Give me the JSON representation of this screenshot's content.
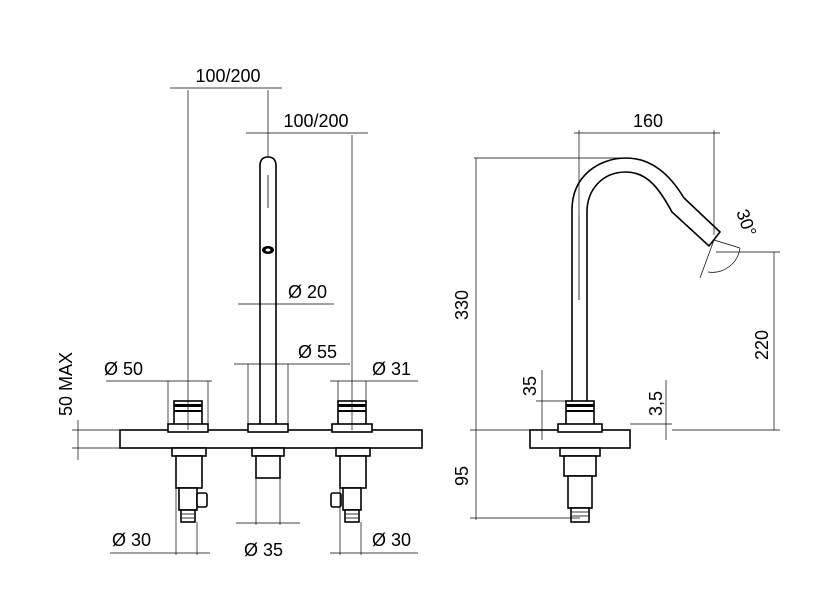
{
  "front_view": {
    "spacing_left": "100/200",
    "spacing_right": "100/200",
    "spout_dia": "Ø 20",
    "base_dia": "Ø 55",
    "handle_left_dia": "Ø 50",
    "handle_right_dia": "Ø 31",
    "max_deck": "50 MAX",
    "shank_left_dia": "Ø 30",
    "shank_center_dia": "Ø 35",
    "shank_right_dia": "Ø 30"
  },
  "side_view": {
    "reach": "160",
    "angle": "30°",
    "total_height": "330",
    "spout_height": "220",
    "handle_height": "35",
    "plate_thickness": "3,5",
    "below_deck": "95"
  }
}
